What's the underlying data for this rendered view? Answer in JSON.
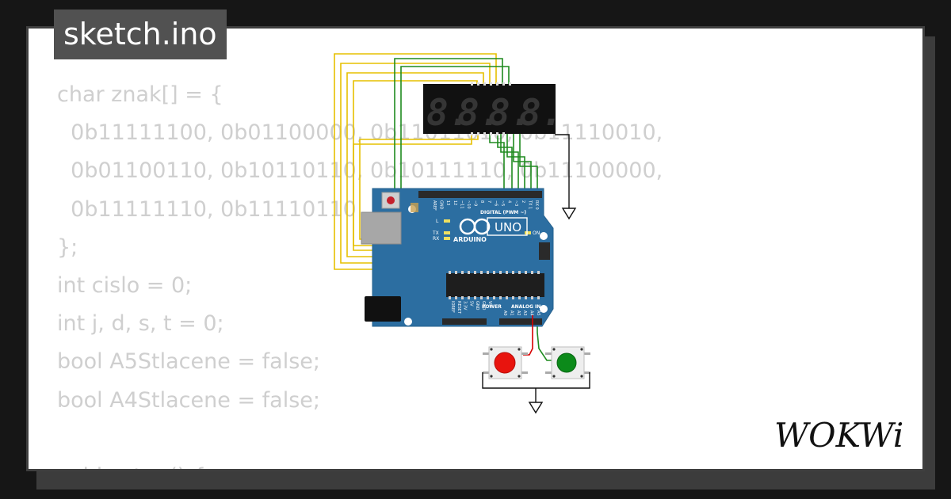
{
  "file_tab": {
    "label": "sketch.ino"
  },
  "code_lines": [
    "char znak[] = {",
    "  0b11111100, 0b01100000, 0b11011010, 0b11110010,",
    "  0b01100110, 0b10110110, 0b10111110, 0b11100000,",
    "  0b11111110, 0b11110110",
    "};",
    "int cislo = 0;",
    "int j, d, s, t = 0;",
    "bool A5Stlacene = false;",
    "bool A4Stlacene = false;",
    "",
    "void setup() {"
  ],
  "board": {
    "model": "UNO",
    "brand": "ARDUINO",
    "digital_label": "DIGITAL (PWM ~)",
    "power_label": "POWER",
    "analog_label": "ANALOG IN",
    "led_labels": {
      "l": "L",
      "tx": "TX",
      "rx": "RX",
      "on": "ON"
    },
    "top_pins": [
      "AREF",
      "GND",
      "13",
      "12",
      "~11",
      "~10",
      "~9",
      "8",
      "7",
      "~6",
      "~5",
      "4",
      "~3",
      "2",
      "TX 1",
      "RX 0"
    ],
    "power_pins": [
      "IOREF",
      "RESET",
      "3.3V",
      "5V",
      "GND",
      "GND",
      "Vin"
    ],
    "analog_pins": [
      "A0",
      "A1",
      "A2",
      "A3",
      "A4",
      "A5"
    ]
  },
  "display": {
    "digits": [
      "8.",
      "8.",
      "8.",
      "8."
    ]
  },
  "buttons": [
    {
      "name": "red",
      "color": "#e8140e"
    },
    {
      "name": "green",
      "color": "#0c8a1a"
    }
  ],
  "colors": {
    "board": "#2c6ea1",
    "wire_yellow": "#e6c000",
    "wire_green": "#1f8a1f",
    "wire_red": "#d80000",
    "segment_off": "#353535"
  },
  "brand_logo": "WOKWi"
}
